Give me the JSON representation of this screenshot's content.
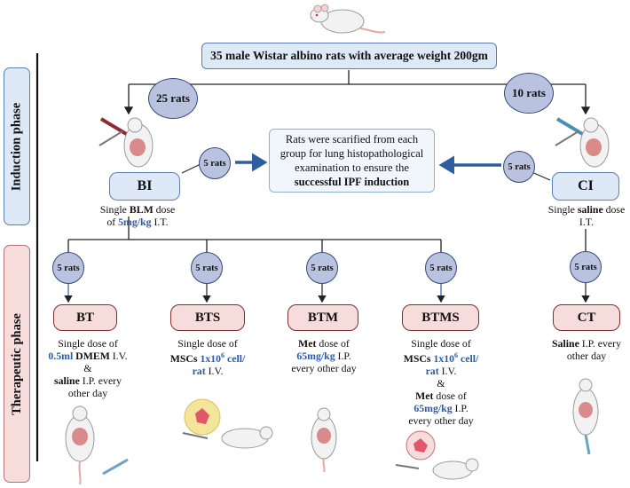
{
  "title": "35 male Wistar albino rats with average weight 200gm",
  "phases": {
    "induction": "Induction phase",
    "therapeutic": "Therapeutic phase"
  },
  "induction": {
    "left_count": "25 rats",
    "right_count": "10 rats",
    "left_sample": "5 rats",
    "right_sample": "5 rats",
    "bi": {
      "label": "BI",
      "desc": {
        "p1": "Single ",
        "b1": "BLM",
        "p2": " dose",
        "p3": "of ",
        "c1": "5mg/kg",
        "p4": " I.T."
      }
    },
    "ci": {
      "label": "CI",
      "desc": {
        "p1": "Single ",
        "b1": "saline",
        "p2": " dose",
        "p3": "I.T."
      }
    },
    "center": {
      "l1": "Rats were scarified from each",
      "l2": "group for lung histopathological",
      "l3": "examination to ensure the",
      "l4": "successful IPF induction"
    }
  },
  "therapeutic": {
    "groups": [
      {
        "count": "5 rats",
        "label": "BT"
      },
      {
        "count": "5 rats",
        "label": "BTS"
      },
      {
        "count": "5 rats",
        "label": "BTM"
      },
      {
        "count": "5 rats",
        "label": "BTMS"
      },
      {
        "count": "5 rats",
        "label": "CT"
      }
    ],
    "bt_desc": {
      "l1": "Single dose of",
      "c1": "0.5ml",
      "b1": " DMEM",
      "p1": " I.V.",
      "amp": "&",
      "b2": "saline",
      "p2": " I.P. every",
      "l4": "other day"
    },
    "bts_desc": {
      "l1": "Single dose of",
      "b1": "MSCs",
      "c1a": "1x10",
      "c1s": "6",
      "c1b": " cell/",
      "c2": "rat",
      "p2": " I.V."
    },
    "btm_desc": {
      "b1": "Met",
      "p1": " dose of",
      "c1": "65mg/kg",
      "p2": " I.P.",
      "l3": "every other day"
    },
    "btms_desc": {
      "l1": "Single dose of",
      "b1": "MSCs",
      "c1a": "1x10",
      "c1s": "6",
      "c1b": " cell/",
      "c2": "rat",
      "p2": " I.V.",
      "amp": "&",
      "b3": "Met",
      "p3": " dose of",
      "c3": "65mg/kg",
      "p4": " I.P.",
      "l7": "every other day"
    },
    "ct_desc": {
      "b1": "Saline",
      "p1": " I.P. every",
      "l2": "other day"
    }
  }
}
